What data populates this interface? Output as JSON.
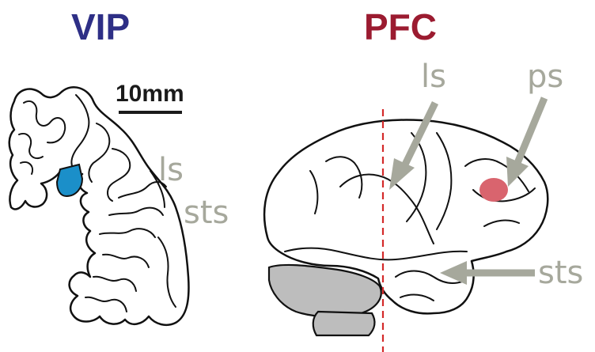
{
  "left_panel": {
    "title": "VIP",
    "scale_bar_label": "10mm",
    "labels": {
      "ls": "ls",
      "sts": "sts"
    }
  },
  "right_panel": {
    "title": "PFC",
    "labels": {
      "ls": "ls",
      "ps": "ps",
      "sts": "sts"
    }
  },
  "colors": {
    "vip_title": "#2e2f86",
    "pfc_title": "#9b1b30",
    "vip_region": "#1b8fc9",
    "pfc_region": "#d9646e",
    "label_gray": "#a6a89c",
    "cut_line": "#d42a2a",
    "cerebellum": "#bdbdbd"
  }
}
